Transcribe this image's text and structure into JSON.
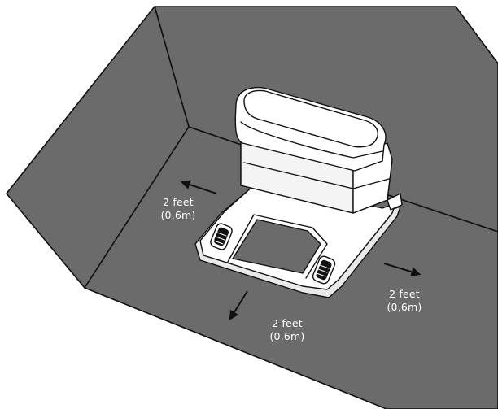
{
  "labels": {
    "left": {
      "distance": "2 feet",
      "metric": "(0,6m)"
    },
    "right": {
      "distance": "2 feet",
      "metric": "(0,6m)"
    },
    "bottom": {
      "distance": "2 feet",
      "metric": "(0,6m)"
    }
  },
  "colors": {
    "surface": "#6b6b6b",
    "line": "#111111",
    "station_body": "#ffffff",
    "label_text": "#ffffff"
  },
  "icons": {
    "direction_arrow": "arrow-icon",
    "charging_dock": "charging-dock-illustration",
    "wheel": "wheel-icon"
  }
}
